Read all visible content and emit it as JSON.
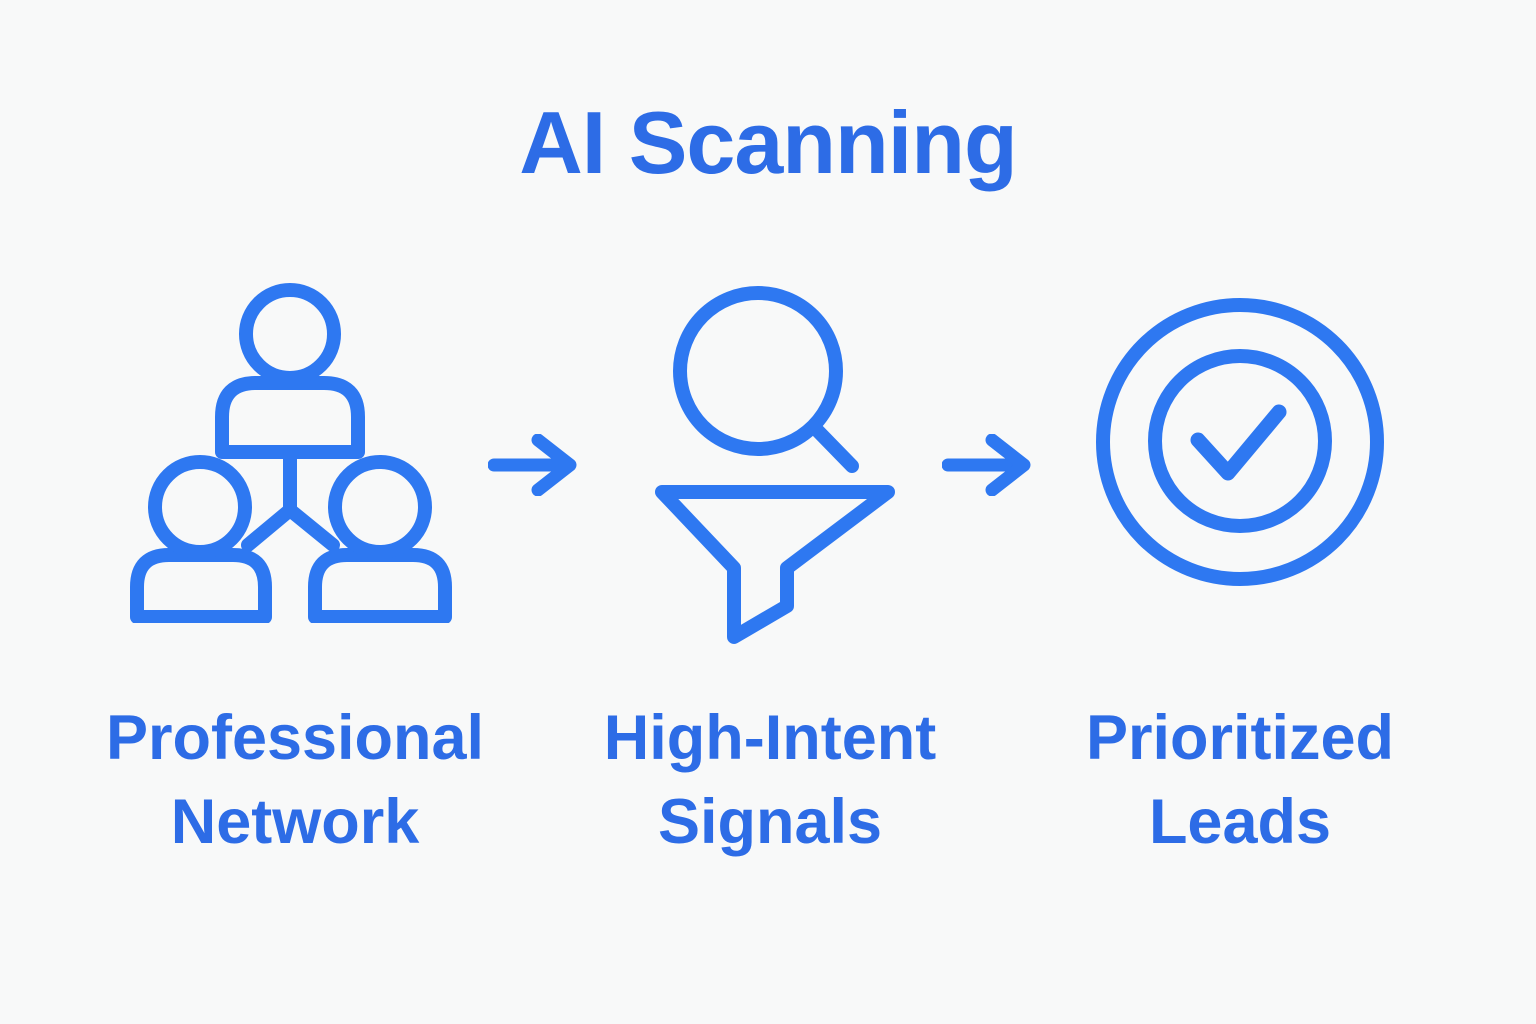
{
  "title": "AI Scanning",
  "colors": {
    "background": "#f8f9f9",
    "accent_text": "#2d6ce6",
    "accent_icon": "#2e78f1"
  },
  "stages": [
    {
      "icon": "people-network-icon",
      "label_line1": "Professional",
      "label_line2": "Network"
    },
    {
      "icon": "search-funnel-icon",
      "label_line1": "High-Intent",
      "label_line2": "Signals"
    },
    {
      "icon": "target-check-icon",
      "label_line1": "Prioritized",
      "label_line2": "Leads"
    }
  ],
  "connectors": [
    {
      "icon": "right-arrow-icon"
    },
    {
      "icon": "right-arrow-icon"
    }
  ]
}
